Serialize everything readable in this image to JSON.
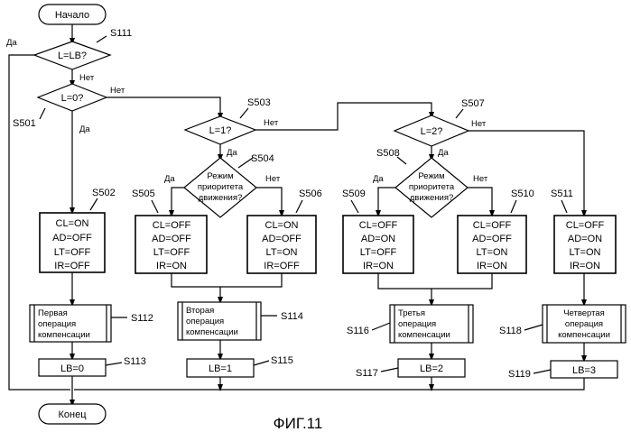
{
  "terminals": {
    "start": "Начало",
    "end": "Конец"
  },
  "decisions": {
    "d111": "L=LB?",
    "d501": "L=0?",
    "d503": "L=1?",
    "d507": "L=2?",
    "d504": [
      "Режим",
      "приоритета",
      "движения?"
    ],
    "d508": [
      "Режим",
      "приоритета",
      "движения?"
    ]
  },
  "step_labels": {
    "S111": "S111",
    "S501": "S501",
    "S502": "S502",
    "S503": "S503",
    "S504": "S504",
    "S505": "S505",
    "S506": "S506",
    "S507": "S507",
    "S508": "S508",
    "S509": "S509",
    "S510": "S510",
    "S511": "S511",
    "S112": "S112",
    "S113": "S113",
    "S114": "S114",
    "S115": "S115",
    "S116": "S116",
    "S117": "S117",
    "S118": "S118",
    "S119": "S119"
  },
  "branch_labels": {
    "yes": "Да",
    "no": "Нет"
  },
  "state_boxes": {
    "s502": [
      "CL=ON",
      "AD=OFF",
      "LT=OFF",
      "IR=OFF"
    ],
    "s505": [
      "CL=OFF",
      "AD=OFF",
      "LT=OFF",
      "IR=ON"
    ],
    "s506": [
      "CL=ON",
      "AD=OFF",
      "LT=ON",
      "IR=OFF"
    ],
    "s509": [
      "CL=OFF",
      "AD=ON",
      "LT=OFF",
      "IR=ON"
    ],
    "s510": [
      "CL=OFF",
      "AD=OFF",
      "LT=ON",
      "IR=ON"
    ],
    "s511": [
      "CL=OFF",
      "AD=ON",
      "LT=ON",
      "IR=ON"
    ]
  },
  "operations": {
    "s112": [
      "Первая",
      "операция",
      "компенсации"
    ],
    "s114": [
      "Вторая",
      "операция",
      "компенсации"
    ],
    "s116": [
      "Третья",
      "операция",
      "компенсации"
    ],
    "s118": [
      "Четвертая",
      "операция",
      "компенсации"
    ]
  },
  "assignments": {
    "s113": "LB=0",
    "s115": "LB=1",
    "s117": "LB=2",
    "s119": "LB=3"
  },
  "figure_caption": "ФИГ.11"
}
